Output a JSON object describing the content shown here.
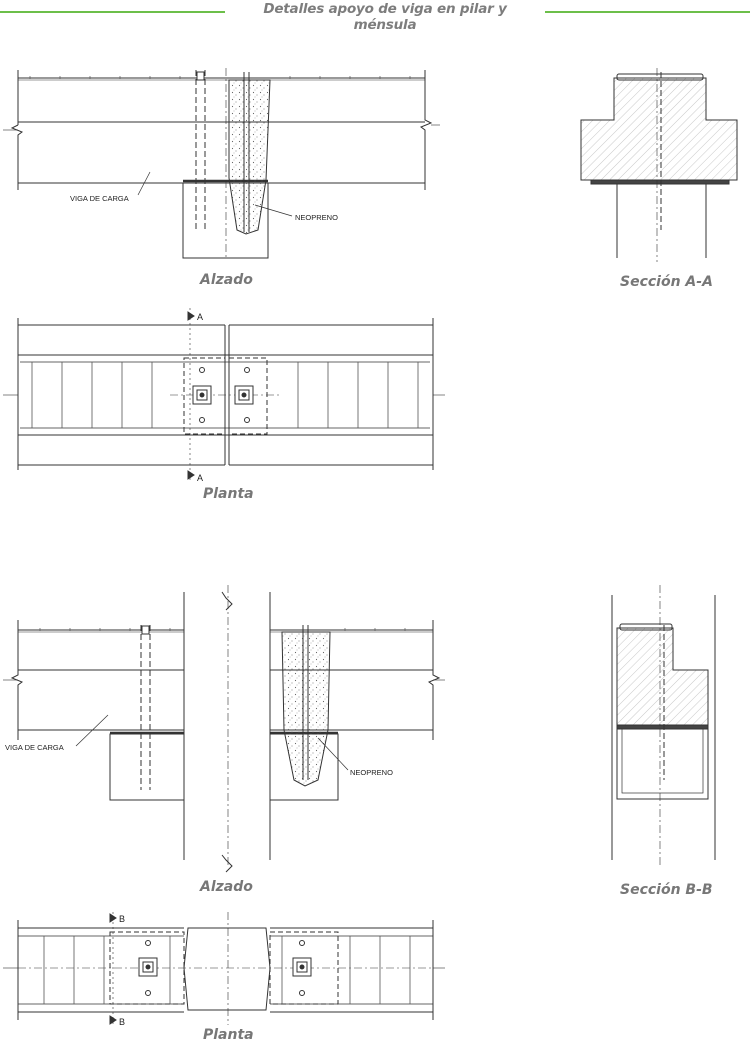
{
  "header": {
    "title": "Detalles apoyo de viga en pilar y ménsula"
  },
  "detail1": {
    "elevation_caption": "Alzado",
    "section_caption": "Sección A-A",
    "plan_caption": "Planta",
    "beam_label": "VIGA DE CARGA",
    "neoprene_label": "NEOPRENO",
    "section_marker": "A"
  },
  "detail2": {
    "elevation_caption": "Alzado",
    "section_caption": "Sección B-B",
    "plan_caption": "Planta",
    "beam_label": "VIGA DE CARGA",
    "neoprene_label": "NEOPRENO",
    "section_marker": "B"
  },
  "colors": {
    "header_line": "#6cbf4a",
    "caption": "#777777",
    "line": "#333333"
  }
}
